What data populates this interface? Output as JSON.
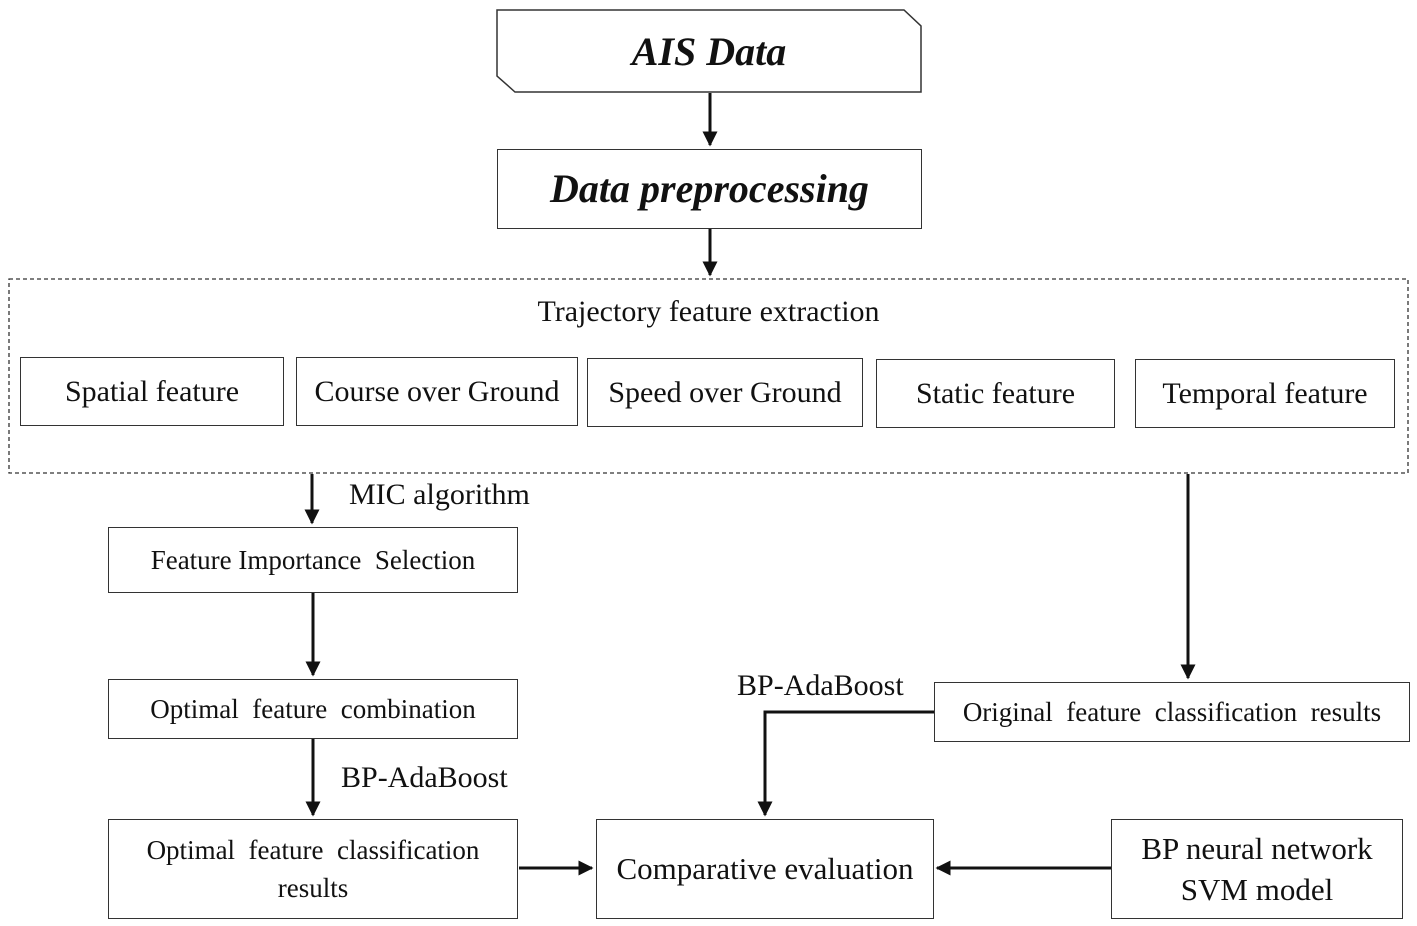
{
  "nodes": {
    "ais_data": "AIS Data",
    "data_preprocessing": "Data preprocessing",
    "trajectory_group": "Trajectory feature extraction",
    "spatial_feature": "Spatial feature",
    "course_over_ground": "Course over Ground",
    "speed_over_ground": "Speed over Ground",
    "static_feature": "Static feature",
    "temporal_feature": "Temporal feature",
    "feature_importance_selection": "Feature Importance  Selection",
    "optimal_feature_combination": "Optimal  feature  combination",
    "optimal_feature_results_line1": "Optimal  feature  classification",
    "optimal_feature_results_line2": "results",
    "original_feature_results": "Original  feature  classification  results",
    "comparative_evaluation": "Comparative evaluation",
    "baselines_line1": "BP neural network",
    "baselines_line2": "SVM model"
  },
  "edge_labels": {
    "mic": "MIC algorithm",
    "bp_adaboost_1": "BP-AdaBoost",
    "bp_adaboost_2": "BP-AdaBoost"
  }
}
